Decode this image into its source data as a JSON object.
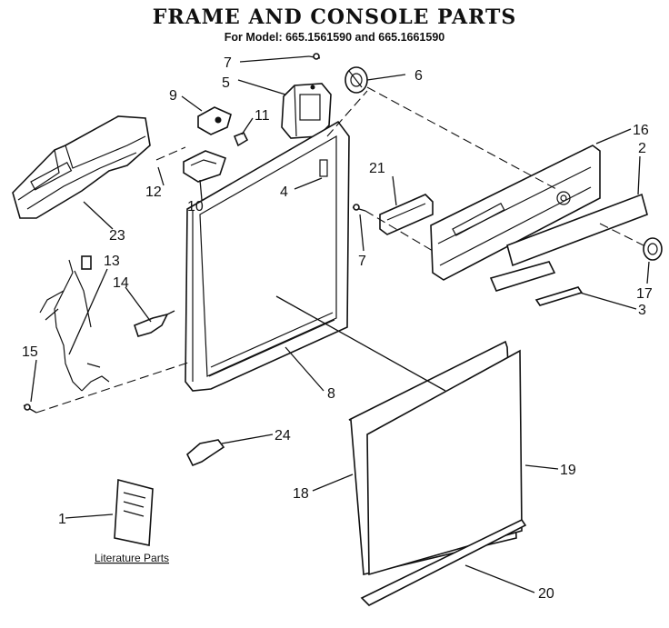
{
  "header": {
    "title": "FRAME AND CONSOLE PARTS",
    "subtitle": "For Model: 665.1561590 and 665.1661590"
  },
  "callouts": {
    "n1": "1",
    "n2": "2",
    "n3": "3",
    "n4": "4",
    "n5": "5",
    "n6": "6",
    "n7a": "7",
    "n7b": "7",
    "n8": "8",
    "n9": "9",
    "n10": "10",
    "n11": "11",
    "n12": "12",
    "n13": "13",
    "n14": "14",
    "n15": "15",
    "n16": "16",
    "n17": "17",
    "n18": "18",
    "n19": "19",
    "n20": "20",
    "n21": "21",
    "n23": "23",
    "n24": "24"
  },
  "literature_label": "Literature Parts"
}
